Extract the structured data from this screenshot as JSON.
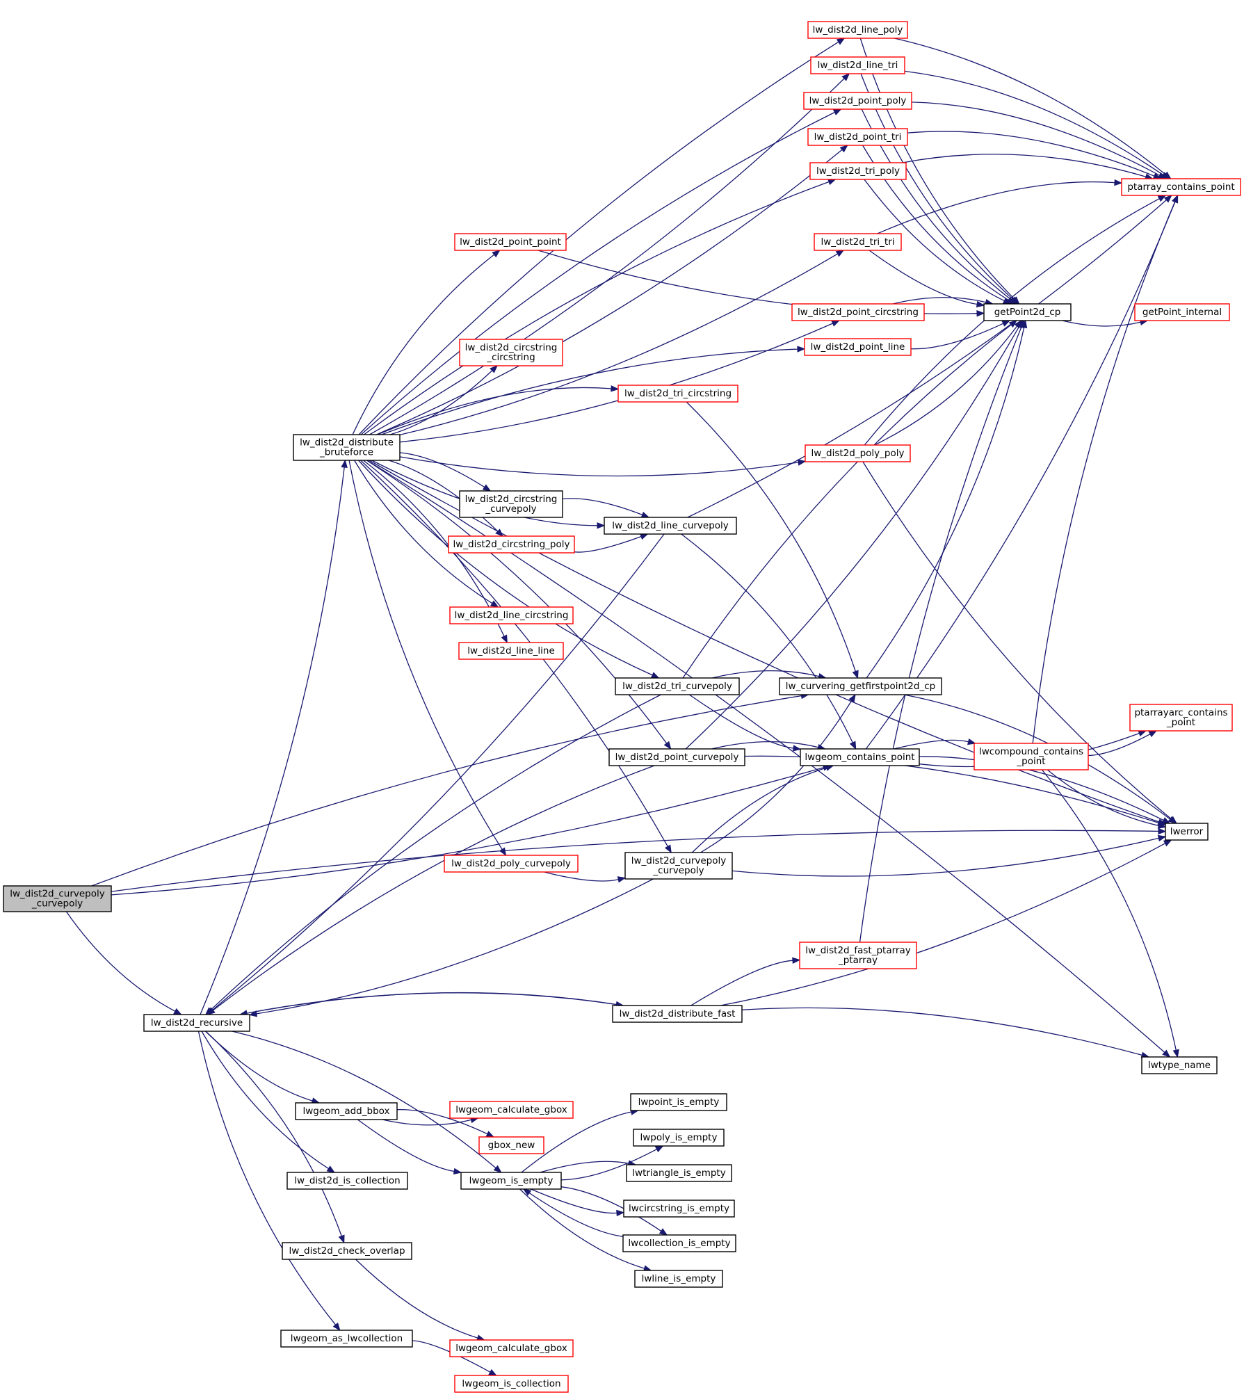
{
  "colors": {
    "edge": "#191970",
    "border_default": "#000000",
    "border_truncated": "#ff0000",
    "fill_root": "#bfbfbf",
    "fill_default": "#ffffff"
  },
  "nodes": {
    "curvepoly_curvepoly_root": {
      "lines": [
        "lw_dist2d_curvepoly",
        "_curvepoly"
      ],
      "style": "root"
    },
    "recursive": {
      "lines": [
        "lw_dist2d_recursive"
      ],
      "style": "normal"
    },
    "bruteforce": {
      "lines": [
        "lw_dist2d_distribute",
        "_bruteforce"
      ],
      "style": "normal"
    },
    "line_poly": {
      "lines": [
        "lw_dist2d_line_poly"
      ],
      "style": "truncated"
    },
    "line_tri": {
      "lines": [
        "lw_dist2d_line_tri"
      ],
      "style": "truncated"
    },
    "point_poly": {
      "lines": [
        "lw_dist2d_point_poly"
      ],
      "style": "truncated"
    },
    "point_tri": {
      "lines": [
        "lw_dist2d_point_tri"
      ],
      "style": "truncated"
    },
    "tri_poly": {
      "lines": [
        "lw_dist2d_tri_poly"
      ],
      "style": "truncated"
    },
    "tri_tri": {
      "lines": [
        "lw_dist2d_tri_tri"
      ],
      "style": "truncated"
    },
    "point_point": {
      "lines": [
        "lw_dist2d_point_point"
      ],
      "style": "truncated"
    },
    "point_circstring": {
      "lines": [
        "lw_dist2d_point_circstring"
      ],
      "style": "truncated"
    },
    "point_line": {
      "lines": [
        "lw_dist2d_point_line"
      ],
      "style": "truncated"
    },
    "circstring_circstring": {
      "lines": [
        "lw_dist2d_circstring",
        "_circstring"
      ],
      "style": "truncated"
    },
    "tri_circstring": {
      "lines": [
        "lw_dist2d_tri_circstring"
      ],
      "style": "truncated"
    },
    "poly_poly": {
      "lines": [
        "lw_dist2d_poly_poly"
      ],
      "style": "truncated"
    },
    "circstring_curvepoly": {
      "lines": [
        "lw_dist2d_circstring",
        "_curvepoly"
      ],
      "style": "normal"
    },
    "circstring_poly": {
      "lines": [
        "lw_dist2d_circstring_poly"
      ],
      "style": "truncated"
    },
    "line_curvepoly": {
      "lines": [
        "lw_dist2d_line_curvepoly"
      ],
      "style": "normal"
    },
    "line_circstring": {
      "lines": [
        "lw_dist2d_line_circstring"
      ],
      "style": "truncated"
    },
    "line_line": {
      "lines": [
        "lw_dist2d_line_line"
      ],
      "style": "truncated"
    },
    "tri_curvepoly": {
      "lines": [
        "lw_dist2d_tri_curvepoly"
      ],
      "style": "normal"
    },
    "point_curvepoly": {
      "lines": [
        "lw_dist2d_point_curvepoly"
      ],
      "style": "normal"
    },
    "poly_curvepoly": {
      "lines": [
        "lw_dist2d_poly_curvepoly"
      ],
      "style": "truncated"
    },
    "curvepoly_curvepoly": {
      "lines": [
        "lw_dist2d_curvepoly",
        "_curvepoly"
      ],
      "style": "normal"
    },
    "fast_ptarray": {
      "lines": [
        "lw_dist2d_fast_ptarray",
        "_ptarray"
      ],
      "style": "truncated"
    },
    "distribute_fast": {
      "lines": [
        "lw_dist2d_distribute_fast"
      ],
      "style": "normal"
    },
    "add_bbox": {
      "lines": [
        "lwgeom_add_bbox"
      ],
      "style": "normal"
    },
    "calc_gbox_1": {
      "lines": [
        "lwgeom_calculate_gbox"
      ],
      "style": "truncated"
    },
    "gbox_new": {
      "lines": [
        "gbox_new"
      ],
      "style": "truncated"
    },
    "is_empty": {
      "lines": [
        "lwgeom_is_empty"
      ],
      "style": "normal"
    },
    "is_collection_dist": {
      "lines": [
        "lw_dist2d_is_collection"
      ],
      "style": "normal"
    },
    "check_overlap": {
      "lines": [
        "lw_dist2d_check_overlap"
      ],
      "style": "normal"
    },
    "as_lwcollection": {
      "lines": [
        "lwgeom_as_lwcollection"
      ],
      "style": "normal"
    },
    "calc_gbox_2": {
      "lines": [
        "lwgeom_calculate_gbox"
      ],
      "style": "truncated"
    },
    "is_collection": {
      "lines": [
        "lwgeom_is_collection"
      ],
      "style": "truncated"
    },
    "lwpoint_empty": {
      "lines": [
        "lwpoint_is_empty"
      ],
      "style": "normal"
    },
    "lwpoly_empty": {
      "lines": [
        "lwpoly_is_empty"
      ],
      "style": "normal"
    },
    "lwtriangle_empty": {
      "lines": [
        "lwtriangle_is_empty"
      ],
      "style": "normal"
    },
    "lwcircstring_empty": {
      "lines": [
        "lwcircstring_is_empty"
      ],
      "style": "normal"
    },
    "lwcollection_empty": {
      "lines": [
        "lwcollection_is_empty"
      ],
      "style": "normal"
    },
    "lwline_empty": {
      "lines": [
        "lwline_is_empty"
      ],
      "style": "normal"
    },
    "curvering_first": {
      "lines": [
        "lw_curvering_getfirstpoint2d_cp"
      ],
      "style": "normal"
    },
    "contains_point": {
      "lines": [
        "lwgeom_contains_point"
      ],
      "style": "normal"
    },
    "compound_contains": {
      "lines": [
        "lwcompound_contains",
        "_point"
      ],
      "style": "truncated"
    },
    "ptarrayarc_contains": {
      "lines": [
        "ptarrayarc_contains",
        "_point"
      ],
      "style": "truncated"
    },
    "getpoint2d_cp": {
      "lines": [
        "getPoint2d_cp"
      ],
      "style": "normal"
    },
    "getpoint_internal": {
      "lines": [
        "getPoint_internal"
      ],
      "style": "truncated"
    },
    "ptarray_contains": {
      "lines": [
        "ptarray_contains_point"
      ],
      "style": "truncated"
    },
    "lwerror": {
      "lines": [
        "lwerror"
      ],
      "style": "normal"
    },
    "lwtype_name": {
      "lines": [
        "lwtype_name"
      ],
      "style": "normal"
    }
  },
  "edges": [
    [
      "curvepoly_curvepoly_root",
      "recursive"
    ],
    [
      "curvepoly_curvepoly_root",
      "curvering_first"
    ],
    [
      "curvepoly_curvepoly_root",
      "contains_point"
    ],
    [
      "curvepoly_curvepoly_root",
      "lwerror"
    ],
    [
      "recursive",
      "bruteforce"
    ],
    [
      "recursive",
      "distribute_fast"
    ],
    [
      "recursive",
      "add_bbox"
    ],
    [
      "recursive",
      "is_empty"
    ],
    [
      "recursive",
      "is_collection_dist"
    ],
    [
      "recursive",
      "check_overlap"
    ],
    [
      "recursive",
      "as_lwcollection"
    ],
    [
      "bruteforce",
      "line_poly"
    ],
    [
      "bruteforce",
      "line_tri"
    ],
    [
      "bruteforce",
      "point_poly"
    ],
    [
      "bruteforce",
      "point_tri"
    ],
    [
      "bruteforce",
      "tri_poly"
    ],
    [
      "bruteforce",
      "tri_tri"
    ],
    [
      "bruteforce",
      "point_point"
    ],
    [
      "bruteforce",
      "point_circstring"
    ],
    [
      "bruteforce",
      "point_line"
    ],
    [
      "bruteforce",
      "circstring_circstring"
    ],
    [
      "bruteforce",
      "tri_circstring"
    ],
    [
      "bruteforce",
      "poly_poly"
    ],
    [
      "bruteforce",
      "circstring_curvepoly"
    ],
    [
      "bruteforce",
      "line_curvepoly"
    ],
    [
      "bruteforce",
      "circstring_poly"
    ],
    [
      "bruteforce",
      "line_circstring"
    ],
    [
      "bruteforce",
      "line_line"
    ],
    [
      "bruteforce",
      "tri_curvepoly"
    ],
    [
      "bruteforce",
      "point_curvepoly"
    ],
    [
      "bruteforce",
      "poly_curvepoly"
    ],
    [
      "bruteforce",
      "curvepoly_curvepoly"
    ],
    [
      "bruteforce",
      "lwerror"
    ],
    [
      "bruteforce",
      "lwtype_name"
    ],
    [
      "line_poly",
      "getpoint2d_cp"
    ],
    [
      "line_poly",
      "ptarray_contains"
    ],
    [
      "line_tri",
      "getpoint2d_cp"
    ],
    [
      "line_tri",
      "ptarray_contains"
    ],
    [
      "point_poly",
      "getpoint2d_cp"
    ],
    [
      "point_poly",
      "ptarray_contains"
    ],
    [
      "point_tri",
      "getpoint2d_cp"
    ],
    [
      "point_tri",
      "ptarray_contains"
    ],
    [
      "tri_poly",
      "getpoint2d_cp"
    ],
    [
      "tri_poly",
      "ptarray_contains"
    ],
    [
      "tri_tri",
      "getpoint2d_cp"
    ],
    [
      "tri_tri",
      "ptarray_contains"
    ],
    [
      "point_point",
      "getpoint2d_cp"
    ],
    [
      "point_circstring",
      "getpoint2d_cp"
    ],
    [
      "point_line",
      "getpoint2d_cp"
    ],
    [
      "tri_circstring",
      "curvering_first"
    ],
    [
      "poly_poly",
      "getpoint2d_cp"
    ],
    [
      "poly_poly",
      "ptarray_contains"
    ],
    [
      "poly_poly",
      "lwerror"
    ],
    [
      "circstring_curvepoly",
      "line_curvepoly"
    ],
    [
      "circstring_poly",
      "line_curvepoly"
    ],
    [
      "line_curvepoly",
      "recursive"
    ],
    [
      "line_curvepoly",
      "ptarray_contains"
    ],
    [
      "line_curvepoly",
      "contains_point"
    ],
    [
      "tri_curvepoly",
      "recursive"
    ],
    [
      "tri_curvepoly",
      "curvering_first"
    ],
    [
      "tri_curvepoly",
      "contains_point"
    ],
    [
      "tri_curvepoly",
      "getpoint2d_cp"
    ],
    [
      "point_curvepoly",
      "recursive"
    ],
    [
      "point_curvepoly",
      "contains_point"
    ],
    [
      "point_curvepoly",
      "getpoint2d_cp"
    ],
    [
      "point_curvepoly",
      "lwerror"
    ],
    [
      "poly_curvepoly",
      "curvepoly_curvepoly"
    ],
    [
      "curvepoly_curvepoly",
      "recursive"
    ],
    [
      "curvepoly_curvepoly",
      "curvering_first"
    ],
    [
      "curvepoly_curvepoly",
      "contains_point"
    ],
    [
      "curvepoly_curvepoly",
      "lwerror"
    ],
    [
      "fast_ptarray",
      "getpoint2d_cp"
    ],
    [
      "distribute_fast",
      "recursive"
    ],
    [
      "distribute_fast",
      "fast_ptarray"
    ],
    [
      "distribute_fast",
      "lwerror"
    ],
    [
      "distribute_fast",
      "lwtype_name"
    ],
    [
      "add_bbox",
      "calc_gbox_1"
    ],
    [
      "add_bbox",
      "gbox_new"
    ],
    [
      "add_bbox",
      "is_empty"
    ],
    [
      "is_empty",
      "lwpoint_empty"
    ],
    [
      "is_empty",
      "lwpoly_empty"
    ],
    [
      "is_empty",
      "lwtriangle_empty"
    ],
    [
      "is_empty",
      "lwcircstring_empty"
    ],
    [
      "is_empty",
      "lwcollection_empty"
    ],
    [
      "is_empty",
      "lwline_empty"
    ],
    [
      "lwcollection_empty",
      "is_empty"
    ],
    [
      "check_overlap",
      "calc_gbox_2"
    ],
    [
      "as_lwcollection",
      "is_collection"
    ],
    [
      "curvering_first",
      "getpoint2d_cp"
    ],
    [
      "curvering_first",
      "lwerror"
    ],
    [
      "contains_point",
      "ptarrayarc_contains"
    ],
    [
      "contains_point",
      "compound_contains"
    ],
    [
      "contains_point",
      "ptarray_contains"
    ],
    [
      "contains_point",
      "lwerror"
    ],
    [
      "compound_contains",
      "ptarrayarc_contains"
    ],
    [
      "compound_contains",
      "ptarray_contains"
    ],
    [
      "compound_contains",
      "lwerror"
    ],
    [
      "compound_contains",
      "lwtype_name"
    ],
    [
      "getpoint2d_cp",
      "getpoint_internal"
    ]
  ]
}
